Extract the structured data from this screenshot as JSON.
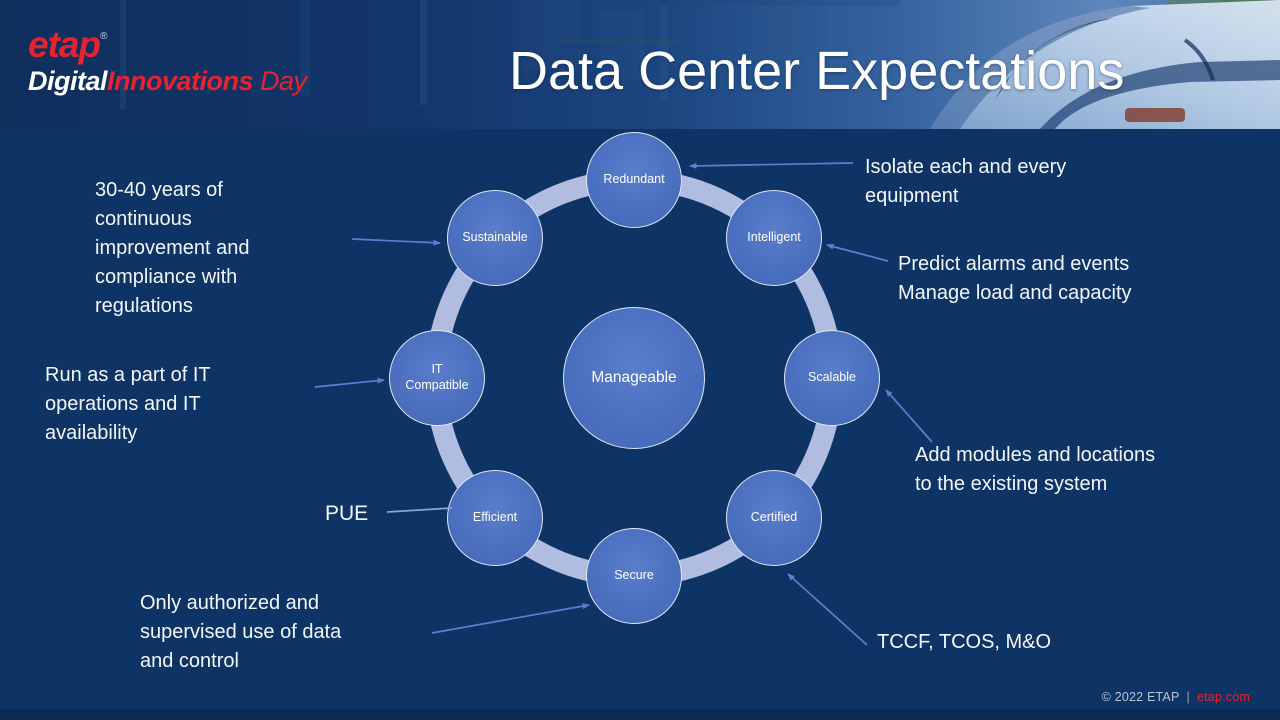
{
  "slide": {
    "title": "Data Center Expectations",
    "logo": {
      "etap": "etap",
      "reg": "®",
      "digital": "Digital",
      "innovations": "Innovations",
      "day": " Day"
    },
    "footer": {
      "copyright": "© 2022 ETAP",
      "separator": "|",
      "site": "etap.com"
    }
  },
  "diagram": {
    "center": {
      "label": "Manageable"
    },
    "nodes": [
      {
        "label": "Redundant"
      },
      {
        "label": "Intelligent"
      },
      {
        "label": "Scalable"
      },
      {
        "label": "Certified"
      },
      {
        "label": "Secure"
      },
      {
        "label": "Efficient"
      },
      {
        "label": "IT Compatible"
      },
      {
        "label": "Sustainable"
      }
    ],
    "annotations": [
      {
        "target": "Sustainable",
        "text": "30-40 years of\ncontinuous\nimprovement and\ncompliance with\nregulations"
      },
      {
        "target": "IT Compatible",
        "text": "Run as a part of IT\noperations and IT\navailability"
      },
      {
        "target": "Efficient",
        "text": "PUE"
      },
      {
        "target": "Secure",
        "text": "Only authorized and\nsupervised use of data\nand control"
      },
      {
        "target": "Redundant",
        "text": "Isolate each and every\nequipment"
      },
      {
        "target": "Intelligent",
        "text": "Predict alarms and events\nManage load and capacity"
      },
      {
        "target": "Scalable",
        "text": "Add modules and locations\nto the existing system"
      },
      {
        "target": "Certified",
        "text": "TCCF, TCOS, M&O"
      }
    ],
    "colors": {
      "background": "#0e3365",
      "node_fill": "#4b70c0",
      "ring": "#b7c3e6",
      "arrow": "#5b7fd0",
      "accent_red": "#e8232f",
      "text": "#ffffff"
    }
  }
}
